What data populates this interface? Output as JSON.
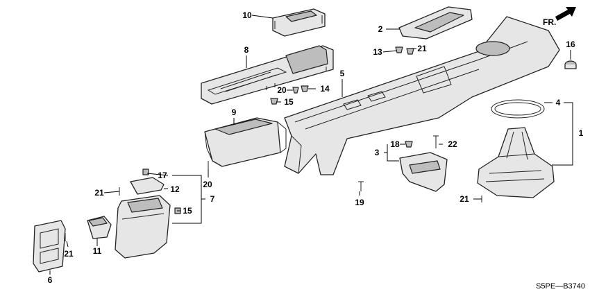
{
  "diagram": {
    "code": "S5PE—B3740",
    "front_label": "FR.",
    "labels": [
      "1",
      "2",
      "3",
      "4",
      "5",
      "6",
      "7",
      "8",
      "9",
      "10",
      "11",
      "12",
      "13",
      "14",
      "15",
      "15",
      "16",
      "17",
      "18",
      "19",
      "20",
      "20",
      "21",
      "21",
      "21",
      "21",
      "22"
    ]
  }
}
